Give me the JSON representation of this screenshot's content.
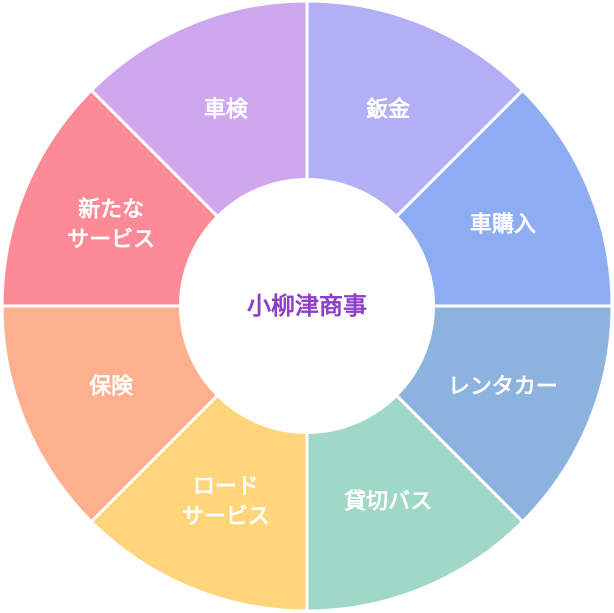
{
  "center": {
    "label": "小柳津商事",
    "color": "#8e3fc7"
  },
  "segments": [
    {
      "lines": [
        "鈑金"
      ],
      "color": "#b2aff5"
    },
    {
      "lines": [
        "車購入"
      ],
      "color": "#8eacf2"
    },
    {
      "lines": [
        "レンタカー"
      ],
      "color": "#8bb3de"
    },
    {
      "lines": [
        "貸切バス"
      ],
      "color": "#9fd8c6"
    },
    {
      "lines": [
        "ロード",
        "サービス"
      ],
      "color": "#fed57a"
    },
    {
      "lines": [
        "保険"
      ],
      "color": "#fdb08e"
    },
    {
      "lines": [
        "新たな",
        "サービス"
      ],
      "color": "#fb8a97"
    },
    {
      "lines": [
        "車検"
      ],
      "color": "#cfa7ef"
    }
  ]
}
